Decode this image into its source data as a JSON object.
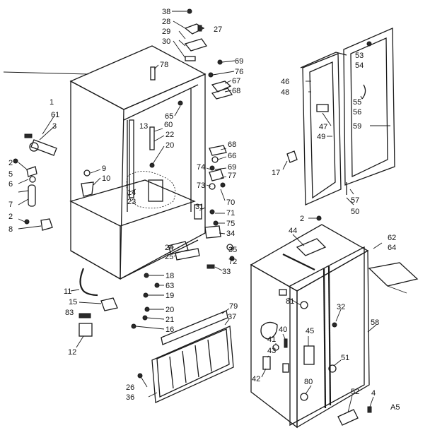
{
  "diagram": {
    "corner_code": "A5",
    "callouts": [
      {
        "id": "c38",
        "text": "38"
      },
      {
        "id": "c28",
        "text": "28"
      },
      {
        "id": "c27",
        "text": "27"
      },
      {
        "id": "c29",
        "text": "29"
      },
      {
        "id": "c30",
        "text": "30"
      },
      {
        "id": "c78",
        "text": "78"
      },
      {
        "id": "c69a",
        "text": "69"
      },
      {
        "id": "c76",
        "text": "76"
      },
      {
        "id": "c67",
        "text": "67"
      },
      {
        "id": "c68a",
        "text": "68"
      },
      {
        "id": "c1",
        "text": "1"
      },
      {
        "id": "c61",
        "text": "61"
      },
      {
        "id": "c3",
        "text": "3"
      },
      {
        "id": "c65",
        "text": "65"
      },
      {
        "id": "c60",
        "text": "60"
      },
      {
        "id": "c13",
        "text": "13"
      },
      {
        "id": "c22",
        "text": "22"
      },
      {
        "id": "c20a",
        "text": "20"
      },
      {
        "id": "c9",
        "text": "9"
      },
      {
        "id": "c10",
        "text": "10"
      },
      {
        "id": "c2a",
        "text": "2"
      },
      {
        "id": "c5",
        "text": "5"
      },
      {
        "id": "c6",
        "text": "6"
      },
      {
        "id": "c7",
        "text": "7"
      },
      {
        "id": "c2b",
        "text": "2"
      },
      {
        "id": "c8",
        "text": "8"
      },
      {
        "id": "c14",
        "text": "14"
      },
      {
        "id": "c23",
        "text": "23"
      },
      {
        "id": "c68b",
        "text": "68"
      },
      {
        "id": "c66",
        "text": "66"
      },
      {
        "id": "c74",
        "text": "74"
      },
      {
        "id": "c69b",
        "text": "69"
      },
      {
        "id": "c77",
        "text": "77"
      },
      {
        "id": "c73",
        "text": "73"
      },
      {
        "id": "c70",
        "text": "70"
      },
      {
        "id": "c31",
        "text": "31"
      },
      {
        "id": "c71",
        "text": "71"
      },
      {
        "id": "c75",
        "text": "75"
      },
      {
        "id": "c34",
        "text": "34"
      },
      {
        "id": "c24",
        "text": "24"
      },
      {
        "id": "c25",
        "text": "25"
      },
      {
        "id": "c35",
        "text": "35"
      },
      {
        "id": "c72",
        "text": "72"
      },
      {
        "id": "c33",
        "text": "33"
      },
      {
        "id": "c11",
        "text": "11"
      },
      {
        "id": "c18",
        "text": "18"
      },
      {
        "id": "c63",
        "text": "63"
      },
      {
        "id": "c19",
        "text": "19"
      },
      {
        "id": "c15",
        "text": "15"
      },
      {
        "id": "c20b",
        "text": "20"
      },
      {
        "id": "c83",
        "text": "83"
      },
      {
        "id": "c21",
        "text": "21"
      },
      {
        "id": "c16",
        "text": "16"
      },
      {
        "id": "c12",
        "text": "12"
      },
      {
        "id": "c79",
        "text": "79"
      },
      {
        "id": "c37",
        "text": "37"
      },
      {
        "id": "c26",
        "text": "26"
      },
      {
        "id": "c36",
        "text": "36"
      },
      {
        "id": "c53",
        "text": "53"
      },
      {
        "id": "c54",
        "text": "54"
      },
      {
        "id": "c46",
        "text": "46"
      },
      {
        "id": "c48",
        "text": "48"
      },
      {
        "id": "c55",
        "text": "55"
      },
      {
        "id": "c56",
        "text": "56"
      },
      {
        "id": "c47",
        "text": "47"
      },
      {
        "id": "c59",
        "text": "59"
      },
      {
        "id": "c49",
        "text": "49"
      },
      {
        "id": "c17",
        "text": "17"
      },
      {
        "id": "c57",
        "text": "57"
      },
      {
        "id": "c50",
        "text": "50"
      },
      {
        "id": "c2c",
        "text": "2"
      },
      {
        "id": "c44",
        "text": "44"
      },
      {
        "id": "c62",
        "text": "62"
      },
      {
        "id": "c64",
        "text": "64"
      },
      {
        "id": "c32",
        "text": "32"
      },
      {
        "id": "c81",
        "text": "81"
      },
      {
        "id": "c58",
        "text": "58"
      },
      {
        "id": "c40",
        "text": "40"
      },
      {
        "id": "c45",
        "text": "45"
      },
      {
        "id": "c41",
        "text": "41"
      },
      {
        "id": "c43",
        "text": "43"
      },
      {
        "id": "c51",
        "text": "51"
      },
      {
        "id": "c42",
        "text": "42"
      },
      {
        "id": "c80",
        "text": "80"
      },
      {
        "id": "c52",
        "text": "52"
      },
      {
        "id": "c4",
        "text": "4"
      }
    ]
  }
}
